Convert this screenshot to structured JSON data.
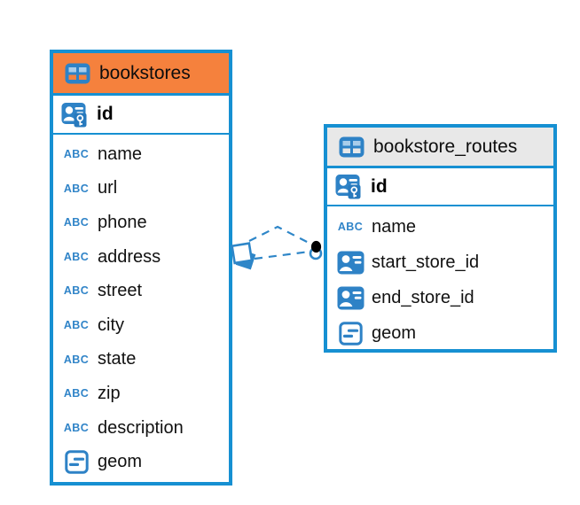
{
  "colors": {
    "table_border": "#1690d2",
    "icon_blue": "#2e82c6",
    "abc_blue": "#3084c8",
    "header_orange": "#f5813d",
    "header_gray": "#e8e8e8",
    "relation_line": "#2e86c8",
    "relation_dot": "#000000"
  },
  "tables": [
    {
      "name": "bookstores",
      "header_style": "orange",
      "pk": {
        "label": "id",
        "icon": "primary-key-icon"
      },
      "fields": [
        {
          "label": "name",
          "icon": "abc-icon"
        },
        {
          "label": "url",
          "icon": "abc-icon"
        },
        {
          "label": "phone",
          "icon": "abc-icon"
        },
        {
          "label": "address",
          "icon": "abc-icon"
        },
        {
          "label": "street",
          "icon": "abc-icon"
        },
        {
          "label": "city",
          "icon": "abc-icon"
        },
        {
          "label": "state",
          "icon": "abc-icon"
        },
        {
          "label": "zip",
          "icon": "abc-icon"
        },
        {
          "label": "description",
          "icon": "abc-icon"
        },
        {
          "label": "geom",
          "icon": "geometry-icon"
        }
      ]
    },
    {
      "name": "bookstore_routes",
      "header_style": "gray",
      "pk": {
        "label": "id",
        "icon": "primary-key-icon"
      },
      "fields": [
        {
          "label": "name",
          "icon": "abc-icon"
        },
        {
          "label": "start_store_id",
          "icon": "foreign-key-icon"
        },
        {
          "label": "end_store_id",
          "icon": "foreign-key-icon"
        },
        {
          "label": "geom",
          "icon": "geometry-icon"
        }
      ]
    }
  ],
  "relation": {
    "style": "dashed",
    "line_count": 2,
    "from_table": "bookstores",
    "to_table": "bookstore_routes",
    "from_symbol": "stacked-squares",
    "to_symbol": "filled-dot"
  }
}
